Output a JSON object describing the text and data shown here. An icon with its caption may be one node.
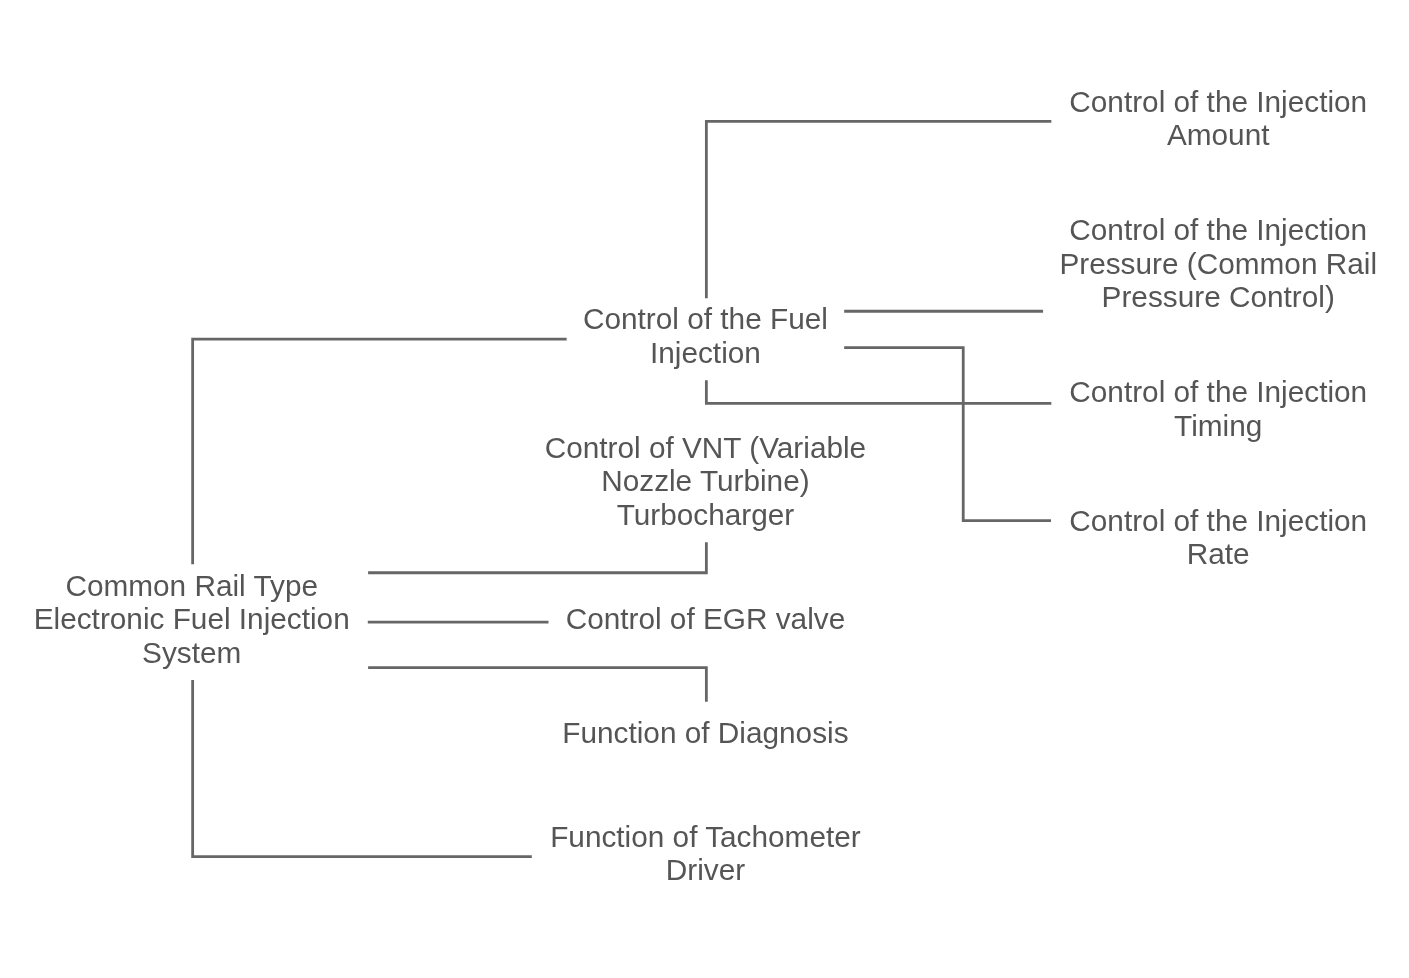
{
  "diagram": {
    "nodes": [
      {
        "text": [
          "Common Rail Type Electronic Fuel Injection System"
        ]
      },
      {
        "text": [
          "Control of the Fuel Injection"
        ]
      },
      {
        "text": [
          "Control of VNT (Variable Nozzle Turbine) Turbocharger"
        ]
      },
      {
        "text": [
          "Control of EGR valve"
        ]
      },
      {
        "text": [
          "Function of Diagnosis"
        ]
      },
      {
        "text": [
          "Function of Tachometer Driver"
        ]
      },
      {
        "text": [
          "Control of the Injection Amount"
        ]
      },
      {
        "text": [
          "Control of the Injection Pressure (Common Rail Pressure Control)"
        ]
      },
      {
        "text": [
          "Control of the Injection Timing"
        ]
      },
      {
        "text": [
          "Control of the Injection Rate"
        ]
      }
    ],
    "edges": [
      {
        "from": 0,
        "to": 1,
        "arrow": "none"
      },
      {
        "from": 0,
        "to": 2,
        "arrow": "none"
      },
      {
        "from": 0,
        "to": 3,
        "arrow": "none"
      },
      {
        "from": 0,
        "to": 4,
        "arrow": "none"
      },
      {
        "from": 0,
        "to": 5,
        "arrow": "none"
      },
      {
        "from": 1,
        "to": 6,
        "arrow": "none"
      },
      {
        "from": 1,
        "to": 7,
        "arrow": "none"
      },
      {
        "from": 1,
        "to": 8,
        "arrow": "none"
      },
      {
        "from": 1,
        "to": 9,
        "arrow": "none"
      }
    ]
  }
}
